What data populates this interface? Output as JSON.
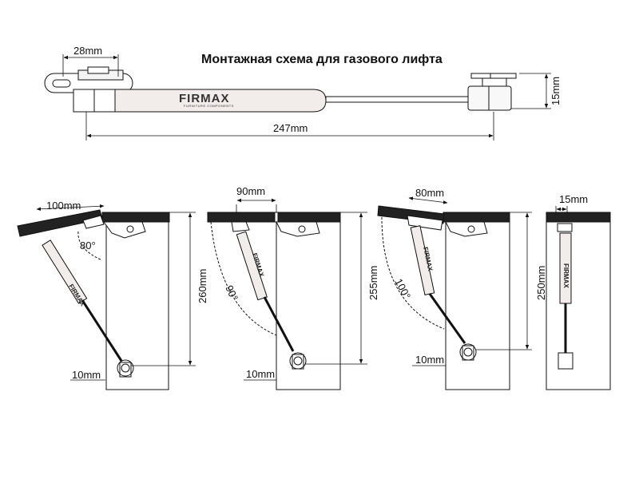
{
  "title": "Монтажная схема для газового лифта",
  "brand": "FIRMAX",
  "brand_sub": "FURNITURE COMPONENTS",
  "top_view": {
    "mount_width": "28mm",
    "length": "247mm",
    "height": "15mm"
  },
  "fig1": {
    "offset": "100mm",
    "angle": "80°",
    "height": "260mm",
    "bottom": "10mm"
  },
  "fig2": {
    "offset": "90mm",
    "angle": "90°",
    "height": "255mm",
    "bottom": "10mm"
  },
  "fig3": {
    "offset": "80mm",
    "angle": "100°",
    "height": "250mm",
    "bottom": "10mm"
  },
  "fig4": {
    "offset": "15mm"
  }
}
